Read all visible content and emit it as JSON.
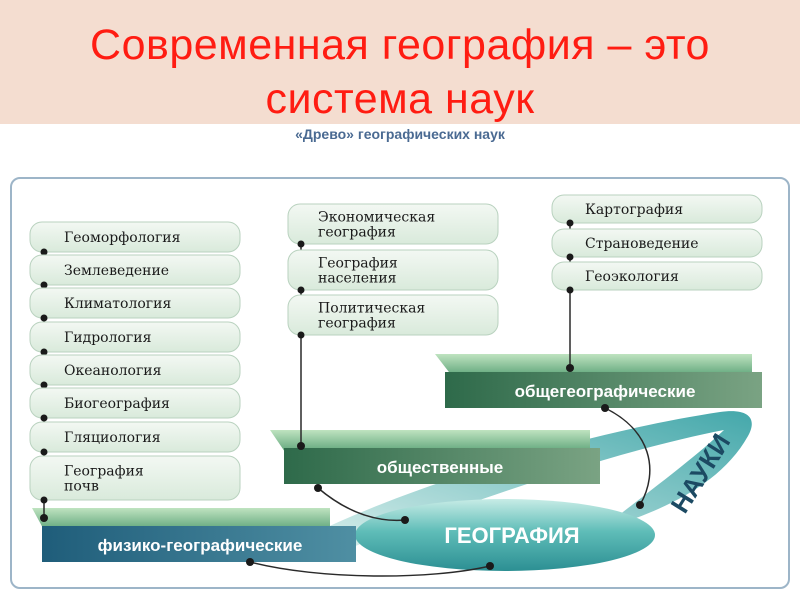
{
  "slide": {
    "title_line1": "Современная география – это",
    "title_line2": "система наук",
    "subtitle": "«Древо» географических наук"
  },
  "physical": {
    "label": "физико-географические",
    "items": [
      "Геоморфология",
      "Землеведение",
      "Климатология",
      "Гидрология",
      "Океанология",
      "Биогеография",
      "Гляциология",
      "География почв"
    ]
  },
  "social": {
    "label": "общественные",
    "items": [
      "Экономическая география",
      "География населения",
      "Политическая география"
    ]
  },
  "general": {
    "label": "общегеографические",
    "items": [
      "Картография",
      "Страноведение",
      "Геоэкология"
    ]
  },
  "center": {
    "geography": "ГЕОГРАФИЯ",
    "sciences": "НАУКИ"
  },
  "colors": {
    "title": "#ff1c12",
    "title_band": "#f4ddd0",
    "pill_fill": "#e2efe4",
    "band_dark": "#4f7f62",
    "band_teal": "#37979a"
  }
}
